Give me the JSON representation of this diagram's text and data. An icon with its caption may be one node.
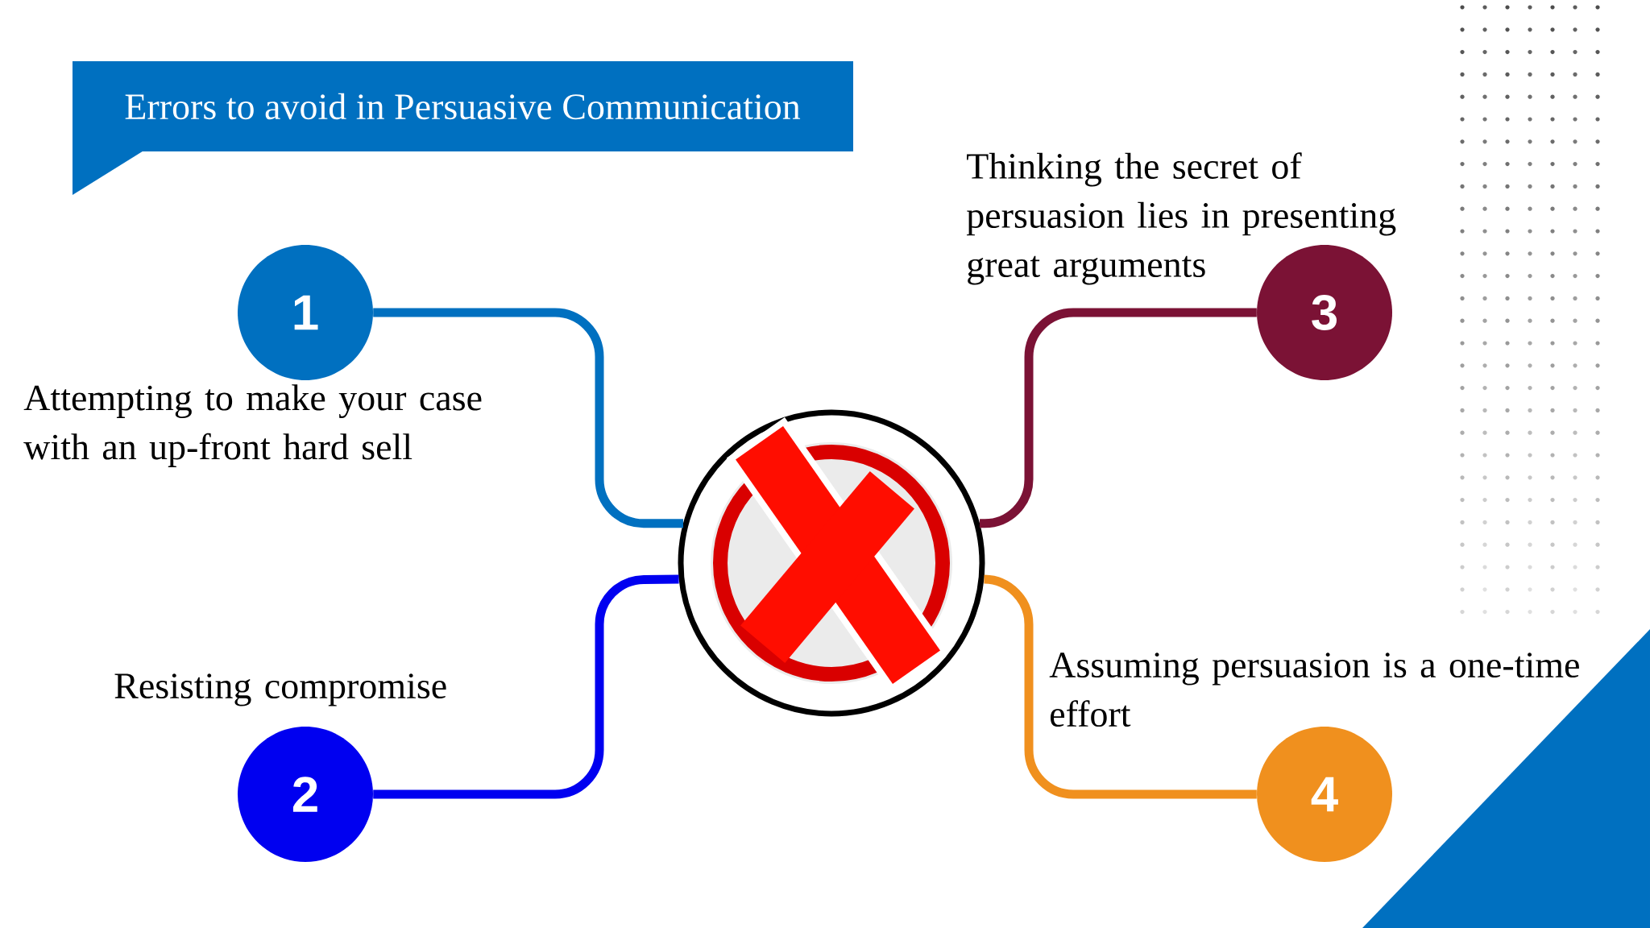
{
  "diagram": {
    "title": "Errors to avoid in Persuasive Communication",
    "nodes": [
      {
        "text": [
          "1"
        ],
        "beside": [
          "Attempting to make your case with an up-front hard sell"
        ]
      },
      {
        "text": [
          "2"
        ],
        "beside": [
          "Resisting compromise"
        ]
      },
      {
        "text": [
          "3"
        ],
        "beside": [
          "Thinking the secret of persuasion lies in presenting great arguments"
        ]
      },
      {
        "text": [
          "4"
        ],
        "beside": [
          "Assuming persuasion is a one-time effort"
        ]
      },
      {
        "text": [],
        "shape": "circle"
      }
    ],
    "edges": [
      {
        "from": 0,
        "to": 4,
        "arrow": "none",
        "color": "#0070c0"
      },
      {
        "from": 1,
        "to": 4,
        "arrow": "none",
        "color": "#0000f0"
      },
      {
        "from": 2,
        "to": 4,
        "arrow": "none",
        "color": "#7b1235"
      },
      {
        "from": 3,
        "to": 4,
        "arrow": "none",
        "color": "#f0901e"
      }
    ]
  }
}
